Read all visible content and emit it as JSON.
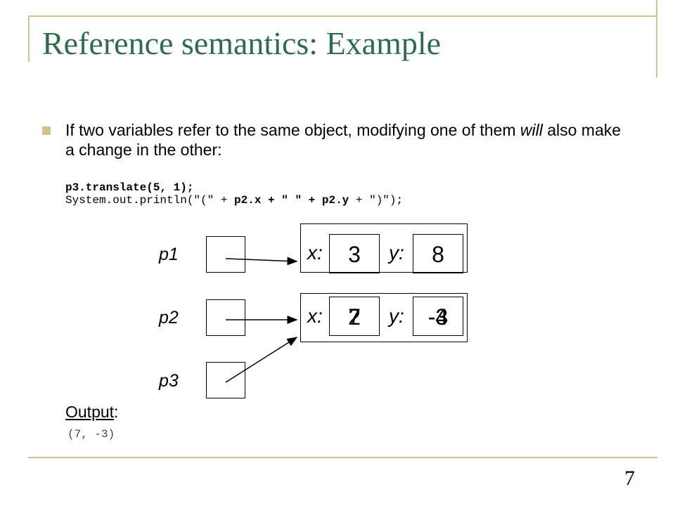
{
  "slide": {
    "title": "Reference semantics: Example",
    "bullet": {
      "before": "If two variables refer to the same object, modifying one of them ",
      "emphasis": "will",
      "after": " also make a change in the other:"
    },
    "code": {
      "line1": "p3.translate(5, 1);",
      "line2_a": "System.out.println(\"(\" + ",
      "line2_b": "p2.x",
      "line2_c": " + \" \" + ",
      "line2_d": "p2.y",
      "line2_e": " + \")\");"
    },
    "variables": [
      "p1",
      "p2",
      "p3"
    ],
    "point1": {
      "x_label": "x:",
      "x_value": "3",
      "y_label": "y:",
      "y_value": "8"
    },
    "point2": {
      "x_label": "x:",
      "x_old": "2",
      "x_new": "7",
      "y_label": "y:",
      "y_old": "-4",
      "y_new": "-3"
    },
    "output_label": "Output",
    "output_colon": ":",
    "output_value": "(7, -3)",
    "page_number": "7",
    "colors": {
      "title": "#2e6b4f",
      "accent": "#d3c28a"
    }
  }
}
